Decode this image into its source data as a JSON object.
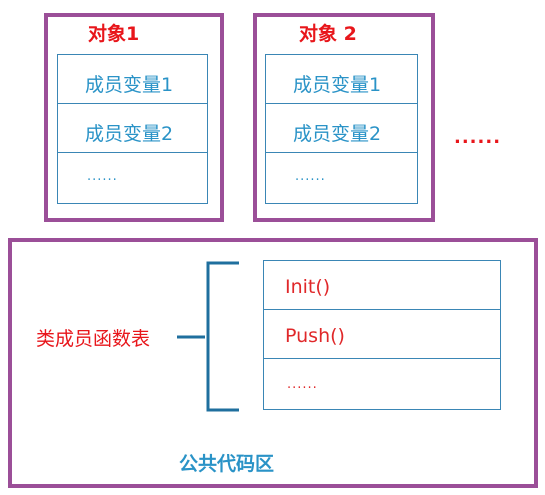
{
  "objects": [
    {
      "title": "对象1",
      "members": [
        "成员变量1",
        "成员变量2",
        "......"
      ]
    },
    {
      "title": "对象 2",
      "members": [
        "成员变量1",
        "成员变量2",
        "......"
      ]
    }
  ],
  "more_objects": "......",
  "code_area": {
    "label": "公共代码区",
    "function_table_label": "类成员函数表",
    "functions": [
      "Init()",
      "Push()",
      "......"
    ]
  },
  "colors": {
    "frame": "#9b4f98",
    "title_red": "#e8161b",
    "member_blue": "#2a93c7",
    "table_border": "#3a86b5",
    "function_red": "#e0282a"
  }
}
